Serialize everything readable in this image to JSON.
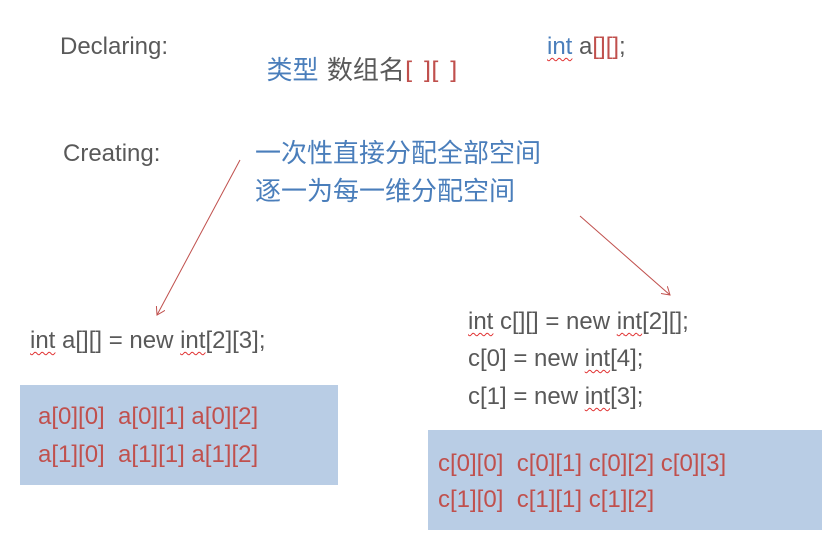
{
  "declaring": {
    "label": "Declaring:",
    "type_word": "类型",
    "name_word": "数组名",
    "brackets": "[ ][ ]",
    "example_kw": "int",
    "example_name": " a",
    "example_brackets": "[][]",
    "example_end": ";"
  },
  "creating": {
    "label": "Creating:",
    "method_1": "一次性直接分配全部空间",
    "method_2": "逐一为每一维分配空间"
  },
  "left": {
    "code_kw": "int",
    "code_mid": " a[][] = new ",
    "code_kw2": "int",
    "code_end": "[2][3];",
    "rows": [
      "a[0][0]  a[0][1] a[0][2]",
      "a[1][0]  a[1][1] a[1][2]"
    ]
  },
  "right": {
    "line1": {
      "kw": "int",
      "mid": " c[][] = new ",
      "kw2": "int",
      "end": "[2][];"
    },
    "line2": {
      "pre": "c[0] = new ",
      "kw": "int",
      "end": "[4];"
    },
    "line3": {
      "pre": "c[1] = new ",
      "kw": "int",
      "end": "[3];"
    },
    "rows": [
      "c[0][0]  c[0][1] c[0][2] c[0][3]",
      "c[1][0]  c[1][1] c[1][2]"
    ]
  },
  "colors": {
    "accent_blue": "#4a7ebb",
    "accent_red": "#c0504d",
    "box_fill": "#b9cde5",
    "text": "#595959"
  }
}
